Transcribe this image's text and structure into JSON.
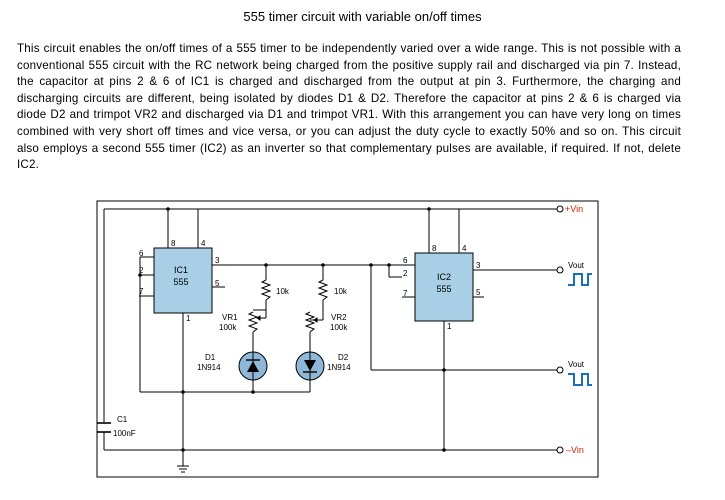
{
  "page": {
    "title": "555 timer circuit with variable on/off times",
    "body": "This circuit enables the on/off times of a 555 timer to be independently varied over a wide range. This is not possible with a conventional 555 circuit with the RC network being charged from the positive supply rail and discharged via pin 7. Instead, the capacitor at pins 2 & 6 of IC1 is charged and discharged from the output at pin 3. Furthermore, the charging and discharging circuits are different, being isolated by diodes D1 & D2. Therefore the capacitor at pins 2 & 6 is charged via diode D2 and trimpot VR2 and discharged via D1 and trimpot VR1. With this arrangement you can have very long on times combined with very short off times and vice versa, or you can adjust the duty cycle to exactly 50% and so on. This circuit also employs a second 555 timer (IC2) as an inverter so that complementary pulses are available, if required. If not, delete IC2."
  },
  "schematic": {
    "ic1": {
      "name": "IC1",
      "part": "555",
      "pins": {
        "p8": "8",
        "p4": "4",
        "p6": "6",
        "p2": "2",
        "p7": "7",
        "p3": "3",
        "p5": "5",
        "p1": "1"
      }
    },
    "ic2": {
      "name": "IC2",
      "part": "555",
      "pins": {
        "p8": "8",
        "p4": "4",
        "p6": "6",
        "p2": "2",
        "p7": "7",
        "p3": "3",
        "p5": "5",
        "p1": "1"
      }
    },
    "r1": {
      "value": "10k"
    },
    "r2": {
      "value": "10k"
    },
    "vr1": {
      "name": "VR1",
      "value": "100k"
    },
    "vr2": {
      "name": "VR2",
      "value": "100k"
    },
    "d1": {
      "name": "D1",
      "part": "1N914"
    },
    "d2": {
      "name": "D2",
      "part": "1N914"
    },
    "c1": {
      "name": "C1",
      "value": "100nF"
    },
    "terminals": {
      "vin_pos": "+Vin",
      "vin_neg": "–Vin",
      "vout1": "Vout",
      "vout2": "Vout"
    },
    "colors": {
      "accent": "#cc2200",
      "ic_fill": "#a8cfe6",
      "diode_fill": "#8fb8d8"
    }
  }
}
